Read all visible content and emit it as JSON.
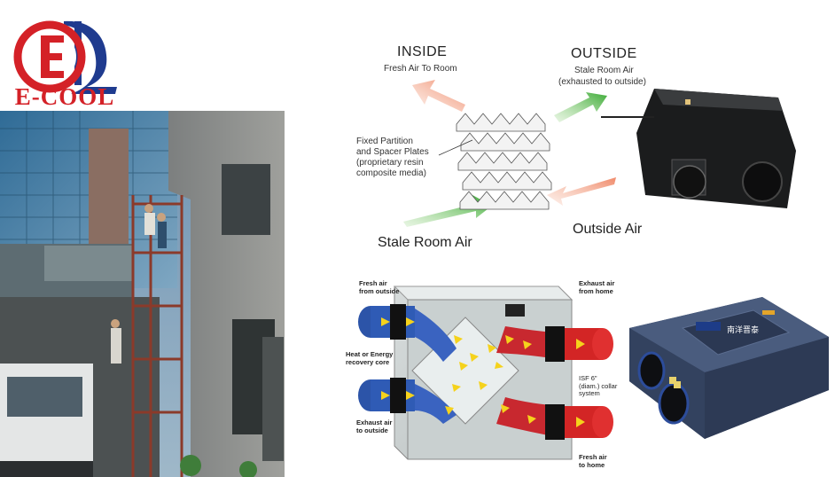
{
  "logo": {
    "brand": "E-COOL",
    "colors": {
      "red": "#d42127",
      "blue": "#1f3b8f"
    }
  },
  "diagram_top": {
    "inside_title": "INSIDE",
    "inside_sub": "Fresh Air To Room",
    "outside_title": "OUTSIDE",
    "outside_sub1": "Stale Room Air",
    "outside_sub2": "(exhausted to outside)",
    "partition_lines": [
      "Fixed Partition",
      "and Spacer Plates",
      "(proprietary resin",
      "composite media)"
    ],
    "stale_room_air": "Stale Room Air",
    "outside_air": "Outside Air"
  },
  "diagram_bottom": {
    "fresh_from_outside": [
      "Fresh air",
      "from outside"
    ],
    "exhaust_from_home": [
      "Exhaust air",
      "from home"
    ],
    "core": [
      "Heat or Energy",
      "recovery core"
    ],
    "collar": [
      "ISF 6\"",
      "(diam.) collar",
      "system"
    ],
    "exhaust_to_outside": [
      "Exhaust air",
      "to outside"
    ],
    "fresh_to_home": [
      "Fresh air",
      "to home"
    ]
  },
  "product_label": "南洋晋泰"
}
